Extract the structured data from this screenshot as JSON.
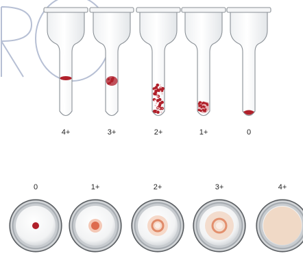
{
  "tube_row": {
    "tubes": [
      {
        "grade": "4+",
        "pattern": "single-button"
      },
      {
        "grade": "3+",
        "pattern": "large-clumps"
      },
      {
        "grade": "2+",
        "pattern": "medium-clumps"
      },
      {
        "grade": "1+",
        "pattern": "small-clumps"
      },
      {
        "grade": "0",
        "pattern": "no-agglutination"
      }
    ]
  },
  "dish_row": {
    "dishes": [
      {
        "grade": "0",
        "pattern": "small-button"
      },
      {
        "grade": "1+",
        "pattern": "fuzzy-button"
      },
      {
        "grade": "2+",
        "pattern": "ring"
      },
      {
        "grade": "3+",
        "pattern": "wide-ring"
      },
      {
        "grade": "4+",
        "pattern": "full-mat"
      }
    ]
  },
  "colors": {
    "cells": "#b0202a",
    "glass": "#8a9096",
    "watermark": "#7a8bb0",
    "mat": "#f0d9c6"
  }
}
